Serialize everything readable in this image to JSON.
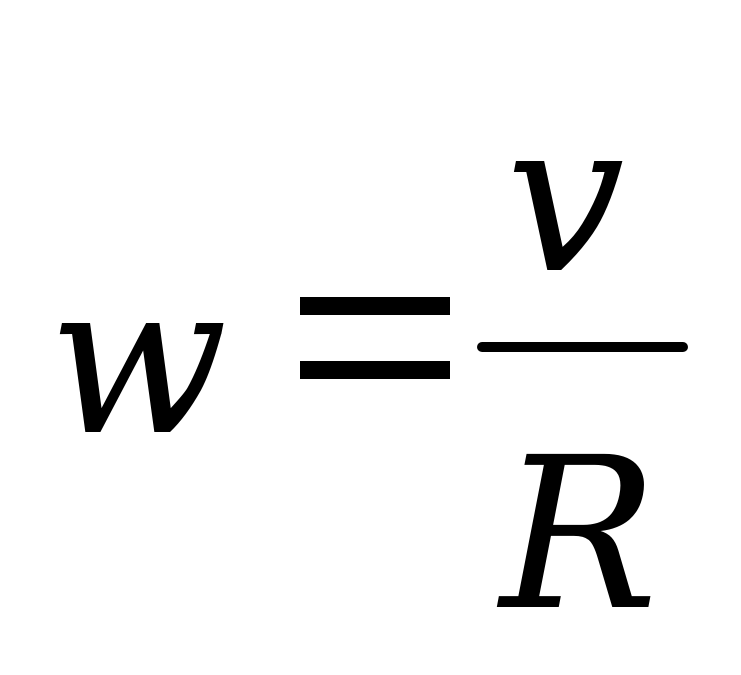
{
  "formula": {
    "lhs": "w",
    "numerator": "v",
    "denominator": "R"
  }
}
